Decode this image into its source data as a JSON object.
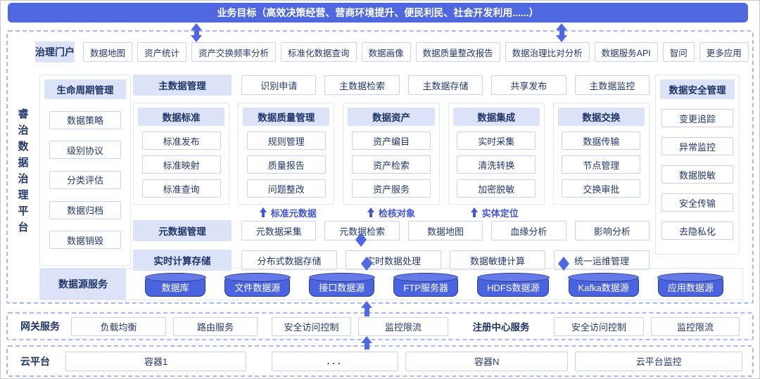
{
  "banner": {
    "title": "业务目标（高效决策经营、营商环境提升、便民利民、社会开发利用......）"
  },
  "platform": {
    "vertical_title": "睿治数据治理平台",
    "portal": {
      "title": "治理门户",
      "apps": [
        "数据地图",
        "资产统计",
        "资产交换频率分析",
        "标准化数据查询",
        "数据画像",
        "数据质量整改报告",
        "数据治理比对分析",
        "数据服务API",
        "智问",
        "更多应用"
      ]
    },
    "lifecycle": {
      "title": "生命周期管理",
      "items": [
        "数据策略",
        "级别协议",
        "分类评估",
        "数据归档",
        "数据销毁"
      ]
    },
    "master_data": {
      "title": "主数据管理",
      "items": [
        "识别申请",
        "主数据检索",
        "主数据存储",
        "共享发布",
        "主数据监控"
      ]
    },
    "modules": [
      {
        "title": "数据标准",
        "items": [
          "标准发布",
          "标准映射",
          "标准查询"
        ],
        "arrow_label": ""
      },
      {
        "title": "数据质量管理",
        "items": [
          "规则管理",
          "质量报告",
          "问题整改"
        ],
        "arrow_label": "标准元数据"
      },
      {
        "title": "数据资产",
        "items": [
          "资产编目",
          "资产检索",
          "资产服务"
        ],
        "arrow_label": "检核对象"
      },
      {
        "title": "数据集成",
        "items": [
          "实时采集",
          "清洗转换",
          "加密脱敏"
        ],
        "arrow_label": "实体定位"
      },
      {
        "title": "数据交换",
        "items": [
          "数据传输",
          "节点管理",
          "交换审批"
        ],
        "arrow_label": ""
      }
    ],
    "metadata": {
      "title": "元数据管理",
      "items": [
        "元数据采集",
        "元数据检索",
        "数据地图",
        "血缘分析",
        "影响分析"
      ]
    },
    "realtime": {
      "title": "实时计算存储",
      "items": [
        "分布式数据存储",
        "实时数据处理",
        "数据敏捷计算",
        "统一运维管理"
      ]
    },
    "security": {
      "title": "数据安全管理",
      "items": [
        "变更追踪",
        "异常监控",
        "数据脱敏",
        "安全传输",
        "去隐私化"
      ]
    },
    "datasources": {
      "title": "数据源服务",
      "items": [
        "数据库",
        "文件数据源",
        "接口数据源",
        "FTP服务器",
        "HDFS数据源",
        "Kafka数据源",
        "应用数据源"
      ]
    }
  },
  "gateway": {
    "title": "网关服务",
    "items": [
      "负载均衡",
      "路由服务",
      "安全访问控制",
      "监控限流"
    ],
    "registry_title": "注册中心服务",
    "registry_items": [
      "安全访问控制",
      "监控限流"
    ]
  },
  "cloud": {
    "title": "云平台",
    "items": [
      "容器1",
      "...",
      "容器N",
      "云平台监控"
    ]
  },
  "colors": {
    "accent_blue": "#4f68e0",
    "header_bg": "#dce3f9",
    "navy_text": "#24386b",
    "cylinder_fill": "#4a63e0",
    "arrow_label_blue": "#4456d8"
  }
}
